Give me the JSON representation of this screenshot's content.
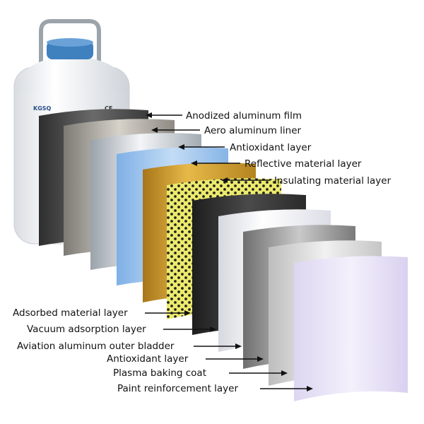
{
  "product": {
    "brand": "KGSQ",
    "cert_mark": "CE",
    "colors": {
      "body": "#f1f3f5",
      "cap": "#3f80bf",
      "handle": "#9ca4ab"
    }
  },
  "labels_right": [
    "Anodized aluminum film",
    "Aero aluminum liner",
    "Antioxidant layer",
    "Reflective material layer",
    "Insulating material layer"
  ],
  "labels_left": [
    "Adsorbed material layer",
    "Vacuum adsorption layer",
    "Aviation aluminum outer bladder",
    "Antioxidant layer",
    "Plasma baking coat",
    "Paint reinforcement layer"
  ],
  "layer_colors": [
    "#4e4e4e",
    "#a8a49c",
    "#c7cdd3",
    "#a9c9ec",
    "#c99a2e",
    "#e9e86a",
    "#3a3a3a",
    "#eaeaf1",
    "#9a9a9a",
    "#d7d7d7",
    "#ebe5f7"
  ]
}
